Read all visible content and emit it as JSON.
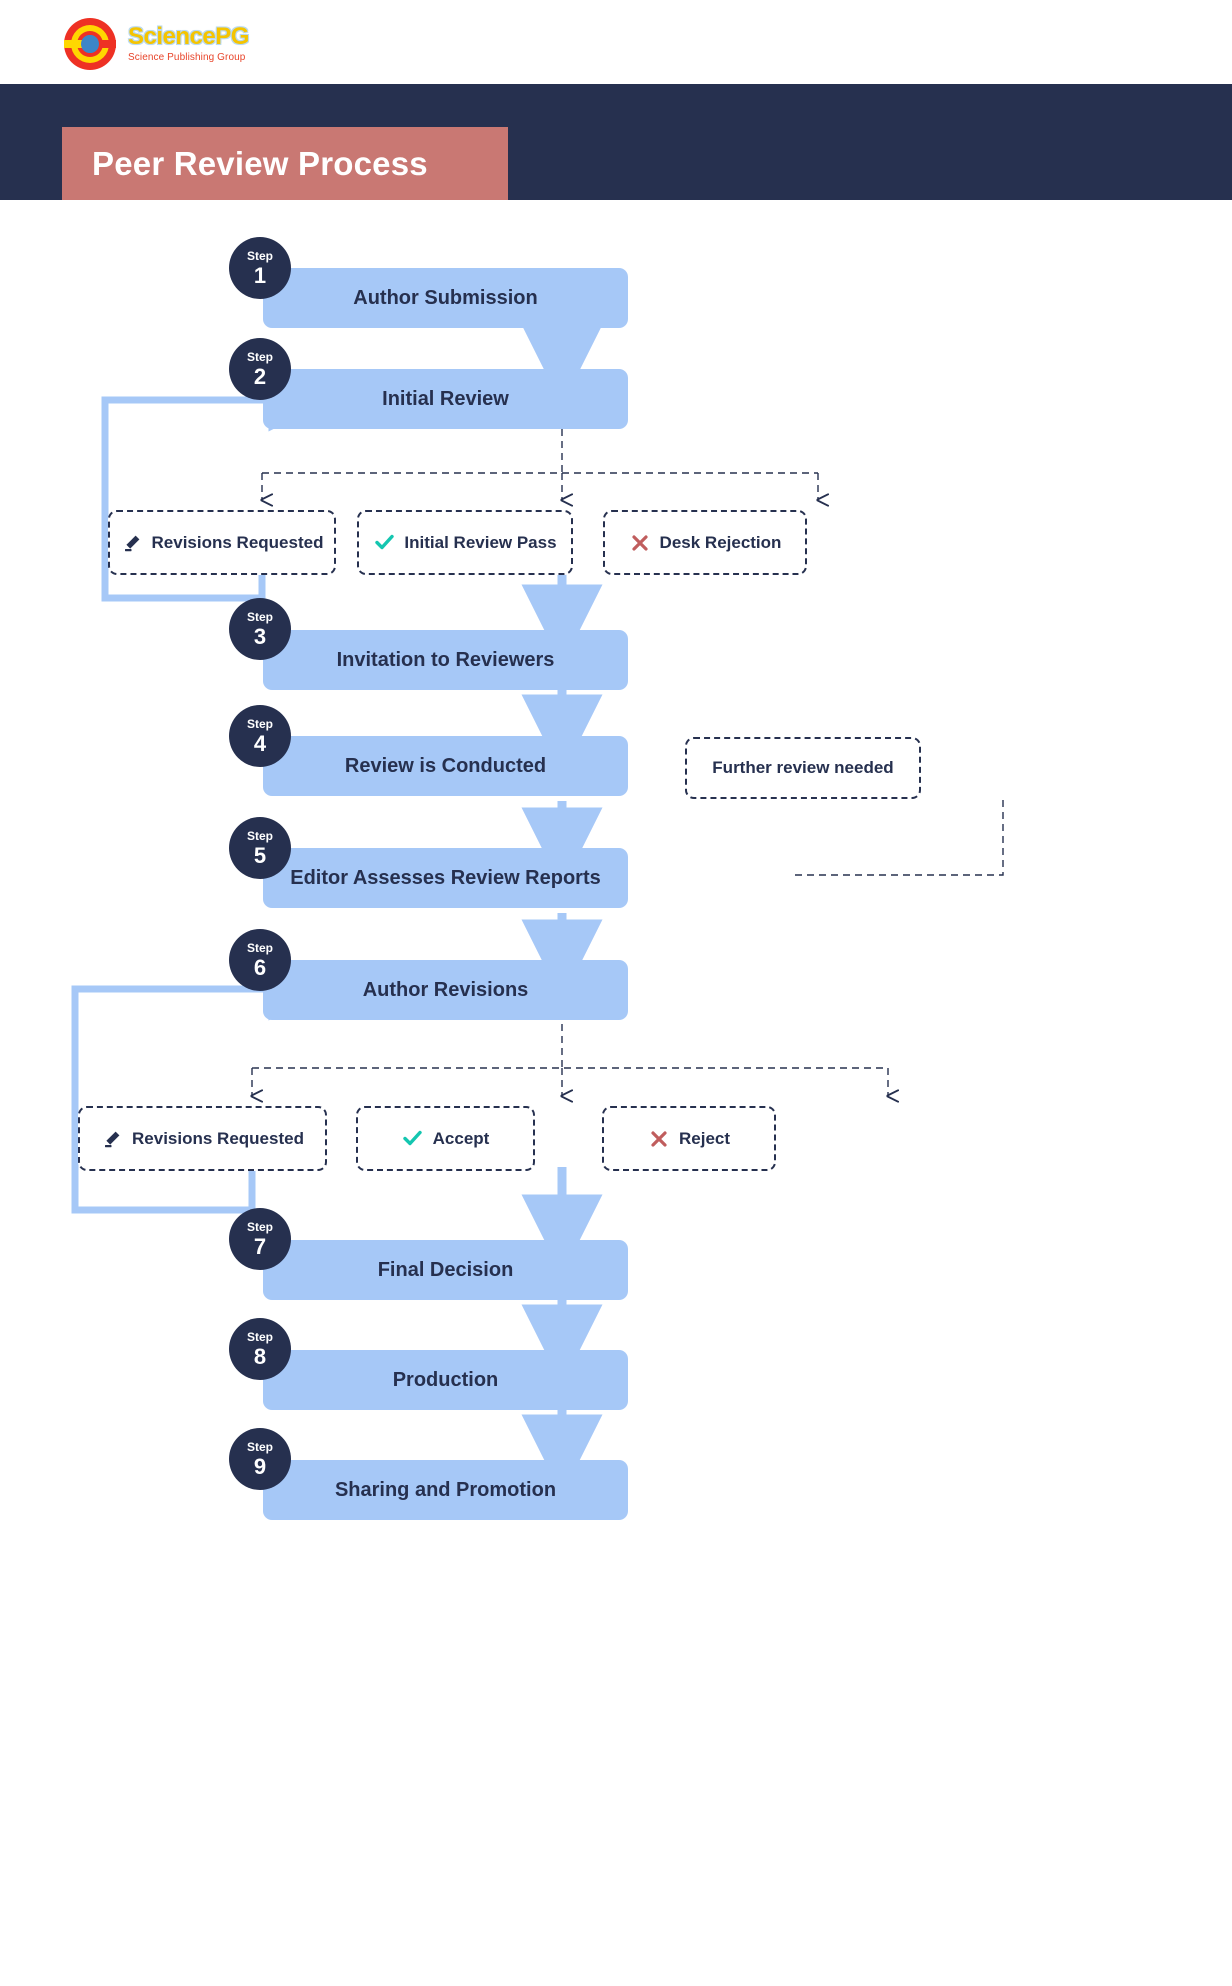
{
  "brand": {
    "name": "SciencePG",
    "tagline": "Science Publishing Group",
    "logo_icon": "sciencepg-target-logo",
    "colors": {
      "wordmark": "#f5c400",
      "tagline": "#e8442a",
      "ring": "#ee3124",
      "inner": "#ffd700",
      "core": "#3c86c8"
    }
  },
  "header": {
    "title": "Peer Review Process",
    "band_color": "#26304f",
    "title_box_color": "#c97873",
    "title_color": "#ffffff"
  },
  "theme": {
    "process_box": "#a6c8f7",
    "navy": "#26304f",
    "arrow": "#a6c8f7",
    "check": "#14c6b0",
    "cross": "#c05d5d"
  },
  "chart_data": {
    "type": "flowchart",
    "title": "Peer Review Process",
    "steps": [
      {
        "step": "1",
        "label": "Author Submission"
      },
      {
        "step": "2",
        "label": "Initial Review"
      },
      {
        "step": "3",
        "label": "Invitation to Reviewers"
      },
      {
        "step": "4",
        "label": "Review is Conducted"
      },
      {
        "step": "5",
        "label": "Editor Assesses Review Reports"
      },
      {
        "step": "6",
        "label": "Author Revisions"
      },
      {
        "step": "7",
        "label": "Final Decision"
      },
      {
        "step": "8",
        "label": "Production"
      },
      {
        "step": "9",
        "label": "Sharing and Promotion"
      }
    ],
    "decisions": [
      {
        "group": "after-initial-review",
        "options": [
          {
            "label": "Revisions Requested",
            "icon": "pencil-icon",
            "outcome": "loops back to Initial Review"
          },
          {
            "label": "Initial Review Pass",
            "icon": "check-icon",
            "outcome": "continues to Invitation to Reviewers"
          },
          {
            "label": "Desk Rejection",
            "icon": "cross-icon",
            "outcome": "terminal"
          }
        ]
      },
      {
        "group": "after-author-revisions",
        "options": [
          {
            "label": "Revisions Requested",
            "icon": "pencil-icon",
            "outcome": "loops back to Author Revisions"
          },
          {
            "label": "Accept",
            "icon": "check-icon",
            "outcome": "continues to Final Decision"
          },
          {
            "label": "Reject",
            "icon": "cross-icon",
            "outcome": "terminal"
          }
        ]
      }
    ],
    "notes": [
      {
        "label": "Further review needed",
        "from": "Editor Assesses Review Reports",
        "to": "Review is Conducted"
      }
    ],
    "step_prefix": "Step"
  }
}
